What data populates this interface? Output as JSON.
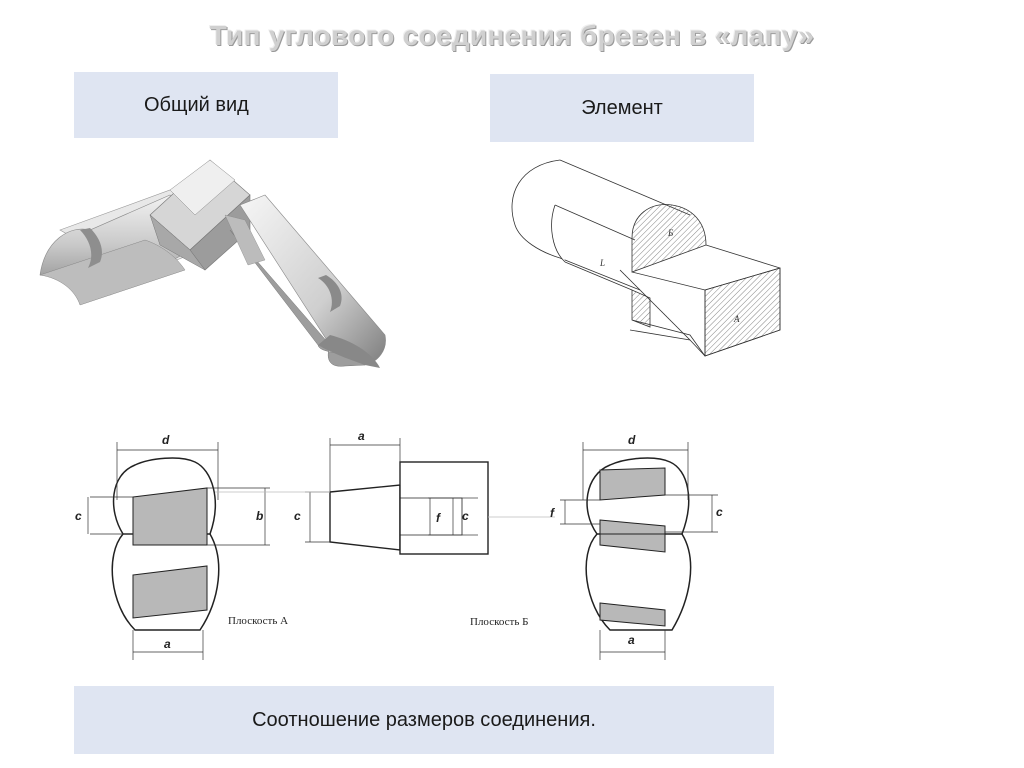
{
  "title": "Тип углового соединения бревен в «лапу»",
  "labels": {
    "general_view": "Общий вид",
    "element": "Элемент",
    "ratio": "Соотношение размеров соединения."
  },
  "element_faces": {
    "b": "Б",
    "l": "L",
    "a": "A"
  },
  "dimensions": {
    "d": "d",
    "a": "a",
    "b": "b",
    "c": "c",
    "f": "f"
  },
  "planes": {
    "a": "Плоскость А",
    "b": "Плоскость Б"
  },
  "colors": {
    "label_bg": "#dfe5f2",
    "title": "#d0d0d0",
    "shade": "#b8b8b8"
  }
}
